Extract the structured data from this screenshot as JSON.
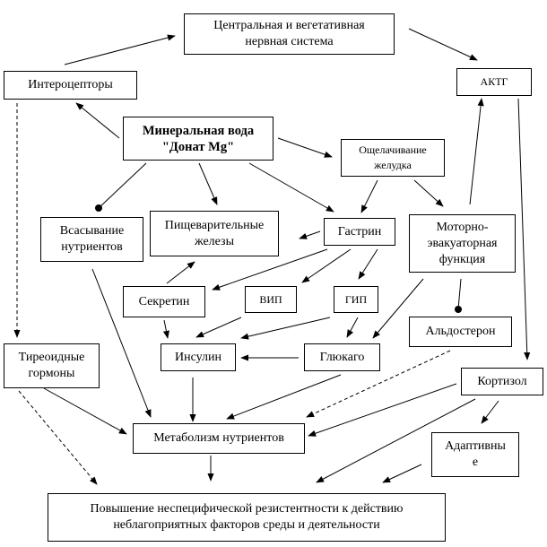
{
  "nodes": {
    "cns": "Центральная и вегетативная\nнервная система",
    "interoceptors": "Интероцепторы",
    "acth": "АКТГ",
    "mineral_water": "Минеральная вода\n\"Донат Mg\"",
    "alkalization": "Ощелачивание\nжелудка",
    "absorption": "Всасывание\nнутриентов",
    "digestive_glands": "Пищеварительные\nжелезы",
    "gastrin": "Гастрин",
    "motor_function": "Моторно-\nэвакуаторная\nфункция",
    "secretin": "Секретин",
    "vip": "ВИП",
    "gip": "ГИП",
    "aldosterone": "Альдостерон",
    "thyroid": "Тиреоидные\nгормоны",
    "insulin": "Инсулин",
    "glucagon": "Глюкаго",
    "cortisol": "Кортизол",
    "metabolism": "Метаболизм нутриентов",
    "adaptive": "Адаптивны\nе",
    "resistance": "Повышение неспецифической резистентности к действию\nнеблагоприятных факторов среды и деятельности"
  },
  "links": [
    {
      "from": "interoceptors",
      "to": "cns",
      "style": "arrow"
    },
    {
      "from": "cns",
      "to": "acth",
      "style": "arrow"
    },
    {
      "from": "mineral_water",
      "to": "interoceptors",
      "style": "arrow"
    },
    {
      "from": "mineral_water",
      "to": "alkalization",
      "style": "arrow"
    },
    {
      "from": "mineral_water",
      "to": "absorption",
      "style": "dot"
    },
    {
      "from": "mineral_water",
      "to": "digestive_glands",
      "style": "arrow"
    },
    {
      "from": "mineral_water",
      "to": "gastrin",
      "style": "arrow"
    },
    {
      "from": "alkalization",
      "to": "gastrin",
      "style": "arrow"
    },
    {
      "from": "alkalization",
      "to": "motor_function",
      "style": "arrow"
    },
    {
      "from": "motor_function",
      "to": "acth",
      "style": "arrow"
    },
    {
      "from": "acth",
      "to": "cortisol",
      "style": "arrow"
    },
    {
      "from": "gastrin",
      "to": "digestive_glands",
      "style": "arrow"
    },
    {
      "from": "gastrin",
      "to": "secretin",
      "style": "arrow"
    },
    {
      "from": "gastrin",
      "to": "vip",
      "style": "arrow"
    },
    {
      "from": "gastrin",
      "to": "gip",
      "style": "arrow"
    },
    {
      "from": "secretin",
      "to": "digestive_glands",
      "style": "arrow"
    },
    {
      "from": "secretin",
      "to": "insulin",
      "style": "arrow"
    },
    {
      "from": "vip",
      "to": "insulin",
      "style": "arrow"
    },
    {
      "from": "gip",
      "to": "insulin",
      "style": "arrow"
    },
    {
      "from": "gip",
      "to": "glucagon",
      "style": "arrow"
    },
    {
      "from": "motor_function",
      "to": "glucagon",
      "style": "arrow"
    },
    {
      "from": "motor_function",
      "to": "aldosterone",
      "style": "dot"
    },
    {
      "from": "glucagon",
      "to": "insulin",
      "style": "arrow"
    },
    {
      "from": "interoceptors",
      "to": "thyroid",
      "style": "dashed-arrow"
    },
    {
      "from": "absorption",
      "to": "metabolism",
      "style": "arrow"
    },
    {
      "from": "thyroid",
      "to": "metabolism",
      "style": "arrow"
    },
    {
      "from": "insulin",
      "to": "metabolism",
      "style": "arrow"
    },
    {
      "from": "glucagon",
      "to": "metabolism",
      "style": "arrow"
    },
    {
      "from": "aldosterone",
      "to": "metabolism",
      "style": "dashed-arrow"
    },
    {
      "from": "cortisol",
      "to": "metabolism",
      "style": "arrow"
    },
    {
      "from": "cortisol",
      "to": "adaptive",
      "style": "arrow"
    },
    {
      "from": "cortisol",
      "to": "resistance",
      "style": "arrow"
    },
    {
      "from": "thyroid",
      "to": "resistance",
      "style": "dashed-arrow"
    },
    {
      "from": "metabolism",
      "to": "resistance",
      "style": "arrow"
    },
    {
      "from": "adaptive",
      "to": "resistance",
      "style": "arrow"
    }
  ]
}
